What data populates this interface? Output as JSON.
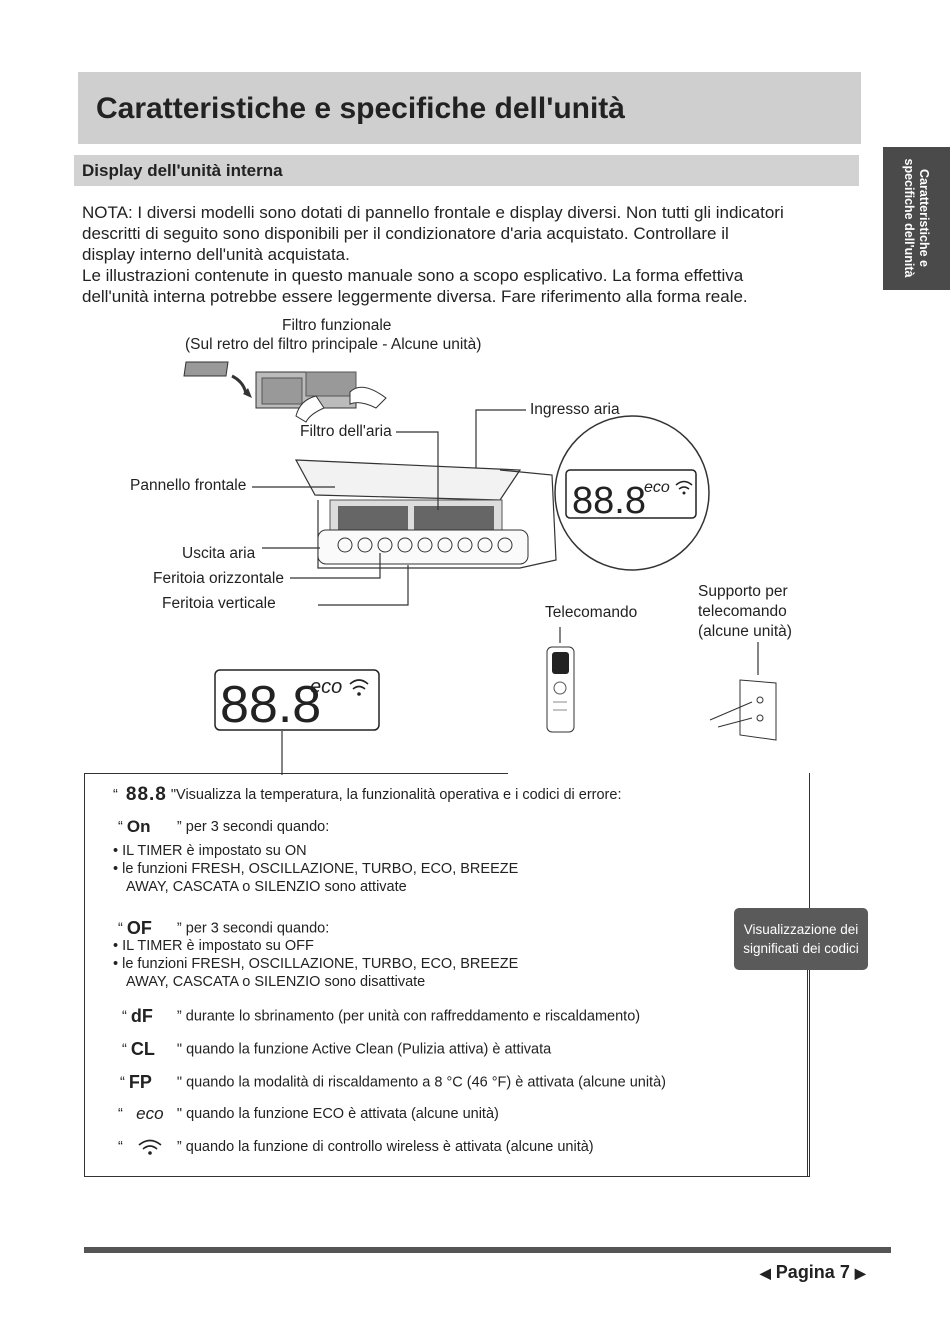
{
  "header": {
    "title": "Caratteristiche e specifiche dell'unità",
    "section": "Display dell'unità interna",
    "side_tab_line1": "Caratteristiche e",
    "side_tab_line2": "specifiche dell'unità"
  },
  "note": {
    "line1": "NOTA: I diversi modelli sono dotati di pannello frontale e display diversi. Non tutti gli indicatori",
    "line2": "descritti di seguito sono disponibili per il condizionatore d'aria acquistato. Controllare il",
    "line3": "display interno dell'unità acquistata.",
    "line4": "Le illustrazioni contenute in questo manuale sono a scopo esplicativo. La forma effettiva",
    "line5": "dell'unità interna potrebbe essere leggermente diversa. Fare riferimento alla forma reale."
  },
  "diagram": {
    "filter_func_line1": "Filtro funzionale",
    "filter_func_line2": "(Sul retro del filtro principale - Alcune unità)",
    "air_inlet": "Ingresso aria",
    "air_filter": "Filtro dell'aria",
    "front_panel": "Pannello frontale",
    "air_outlet": "Uscita aria",
    "horizontal_louver": "Feritoia orizzontale",
    "vertical_louver": "Feritoia verticale",
    "remote": "Telecomando",
    "remote_holder_line1": "Supporto per",
    "remote_holder_line2": "telecomando",
    "remote_holder_line3": "(alcune unità)",
    "display_digits": "88.8",
    "eco": "eco"
  },
  "codes": {
    "temp_symbol": "88.8",
    "temp_desc": "\"Visualizza la temperatura, la funzionalità operativa e i codici di errore:",
    "on_symbol": "On",
    "on_desc": "” per 3 secondi quando:",
    "on_b1": "• IL TIMER è impostato su ON",
    "on_b2": "• le funzioni FRESH, OSCILLAZIONE, TURBO, ECO, BREEZE",
    "on_b3": "AWAY, CASCATA o SILENZIO sono attivate",
    "of_symbol": "OF",
    "of_desc": "” per 3 secondi quando:",
    "of_b1": "• IL TIMER è impostato su OFF",
    "of_b2": "• le funzioni FRESH, OSCILLAZIONE, TURBO, ECO, BREEZE",
    "of_b3": "AWAY, CASCATA o SILENZIO sono disattivate",
    "df_symbol": "dF",
    "df_desc": "” durante lo sbrinamento (per unità con raffreddamento e riscaldamento)",
    "cl_symbol": "CL",
    "cl_desc": "\" quando la funzione Active Clean (Pulizia attiva) è attivata",
    "fp_symbol": "FP",
    "fp_desc": "\" quando la modalità di riscaldamento a 8 °C (46 °F) è attivata (alcune unità)",
    "eco_symbol": "eco",
    "eco_desc": "\" quando la funzione ECO è attivata (alcune unità)",
    "wifi_desc": "” quando la funzione di controllo wireless è attivata (alcune unità)",
    "open_quote": "“",
    "code_button_line1": "Visualizzazione dei",
    "code_button_line2": "significati dei codici"
  },
  "footer": {
    "page_label": "Pagina",
    "page_number": "7",
    "prev_arrow": "◀",
    "next_arrow": "▶"
  }
}
